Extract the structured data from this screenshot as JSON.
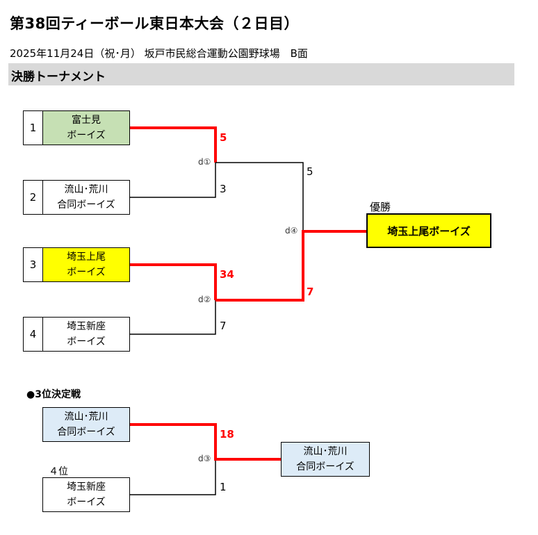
{
  "title": "第38回ティーボール東日本大会（２日目）",
  "subtitle": "2025年11月24日（祝･月） 坂戸市民総合運動公園野球場　B面",
  "section": "決勝トーナメント",
  "bracket": {
    "teams": [
      {
        "seed": "1",
        "line1": "富士見",
        "line2": "ボーイズ"
      },
      {
        "seed": "2",
        "line1": "流山･荒川",
        "line2": "合同ボーイズ"
      },
      {
        "seed": "3",
        "line1": "埼玉上尾",
        "line2": "ボーイズ"
      },
      {
        "seed": "4",
        "line1": "埼玉新座",
        "line2": "ボーイズ"
      }
    ],
    "games": {
      "g1": "d①",
      "g2": "d②",
      "g3": "d③",
      "g4": "d④"
    },
    "scores": {
      "g1_top": "5",
      "g1_bottom": "3",
      "g2_top": "34",
      "g2_bottom": "7",
      "g4_top": "5",
      "g4_bottom": "7",
      "g3_top": "18",
      "g3_bottom": "1"
    },
    "champion_label": "優勝",
    "champion": "埼玉上尾ボーイズ"
  },
  "third_place": {
    "heading": "●3位決定戦",
    "top": {
      "line1": "流山･荒川",
      "line2": "合同ボーイズ"
    },
    "bottom_label": "４位",
    "bottom": {
      "line1": "埼玉新座",
      "line2": "ボーイズ"
    },
    "winner": {
      "line1": "流山･荒川",
      "line2": "合同ボーイズ"
    }
  },
  "colors": {
    "win_line": "#ff0000",
    "lose_line": "#000000",
    "champion_bg": "#ffff00",
    "seed1_bg": "#c6e0b4",
    "third_bg": "#ddebf7"
  }
}
